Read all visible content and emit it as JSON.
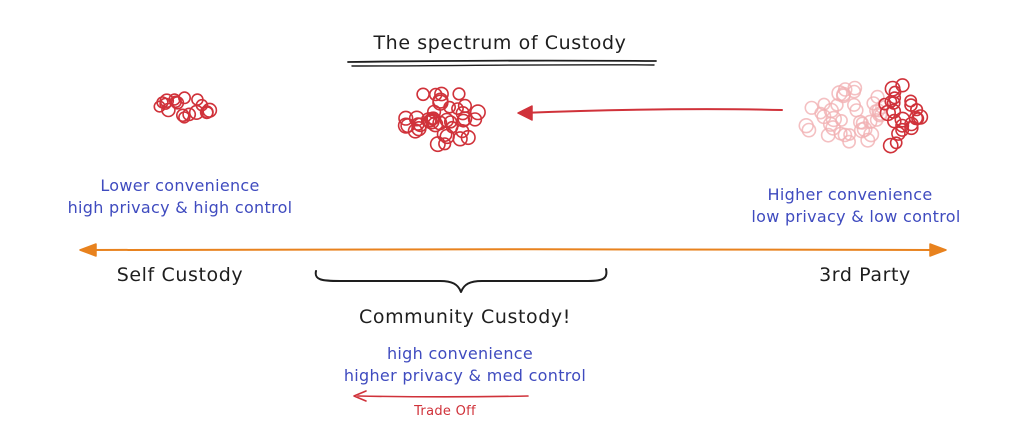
{
  "title": "The spectrum of Custody",
  "left_side": {
    "line1": "Lower convenience",
    "line2": "high privacy & high control",
    "axis_label": "Self Custody"
  },
  "right_side": {
    "line1": "Higher convenience",
    "line2": "low privacy & low control",
    "axis_label": "3rd Party"
  },
  "middle": {
    "axis_label": "Community Custody!",
    "line1": "high convenience",
    "line2": "higher privacy & med control",
    "tradeoff": "Trade Off"
  },
  "colors": {
    "axis": "#e8821e",
    "circles": "#d0323a",
    "faded_circles": "#f1b0b3",
    "arrow": "#d0323a",
    "blue_text": "#3f4bbf",
    "black_text": "#1e1e1e"
  }
}
